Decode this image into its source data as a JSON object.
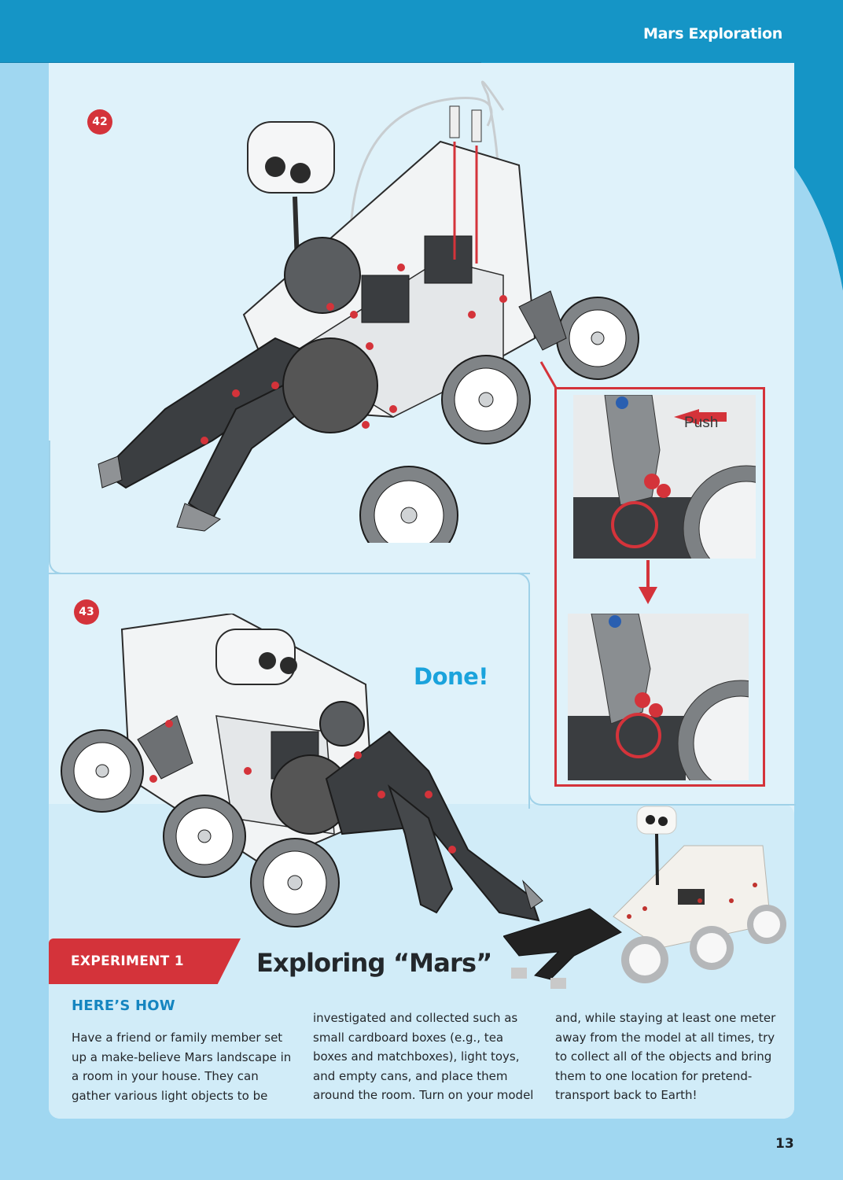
{
  "header": {
    "section_title": "Mars Exploration",
    "band_color": "#1595c6"
  },
  "steps": [
    {
      "number": "42",
      "illustration": "rover-assembly-step-42"
    },
    {
      "number": "43",
      "illustration": "rover-assembly-step-43",
      "completion_text": "Done!"
    }
  ],
  "detail_inset": {
    "push_label": "Push",
    "arrow_direction": "down",
    "frame_color": "#d4333a"
  },
  "experiment": {
    "tab_label": "EXPERIMENT 1",
    "title": "Exploring “Mars”",
    "section_heading": "HERE’S HOW",
    "columns": [
      {
        "lines": [
          "Have a friend or family member set",
          "up a make-believe Mars landscape in",
          "a room in your house. They can",
          "gather various light objects to be"
        ]
      },
      {
        "lines": [
          "investigated and collected such as",
          "small cardboard boxes (e.g., tea",
          "boxes and matchboxes), light toys,",
          "and empty cans, and place them",
          "around the room. Turn on your model"
        ]
      },
      {
        "lines": [
          "and, while staying at least one meter",
          "away from the model at all times, try",
          "to collect all of the objects and bring",
          "them to one location for pretend-",
          "transport back to Earth!"
        ]
      }
    ],
    "accent_color": "#d4333a",
    "heading_color": "#1585c0"
  },
  "footer": {
    "page_number": "13"
  }
}
